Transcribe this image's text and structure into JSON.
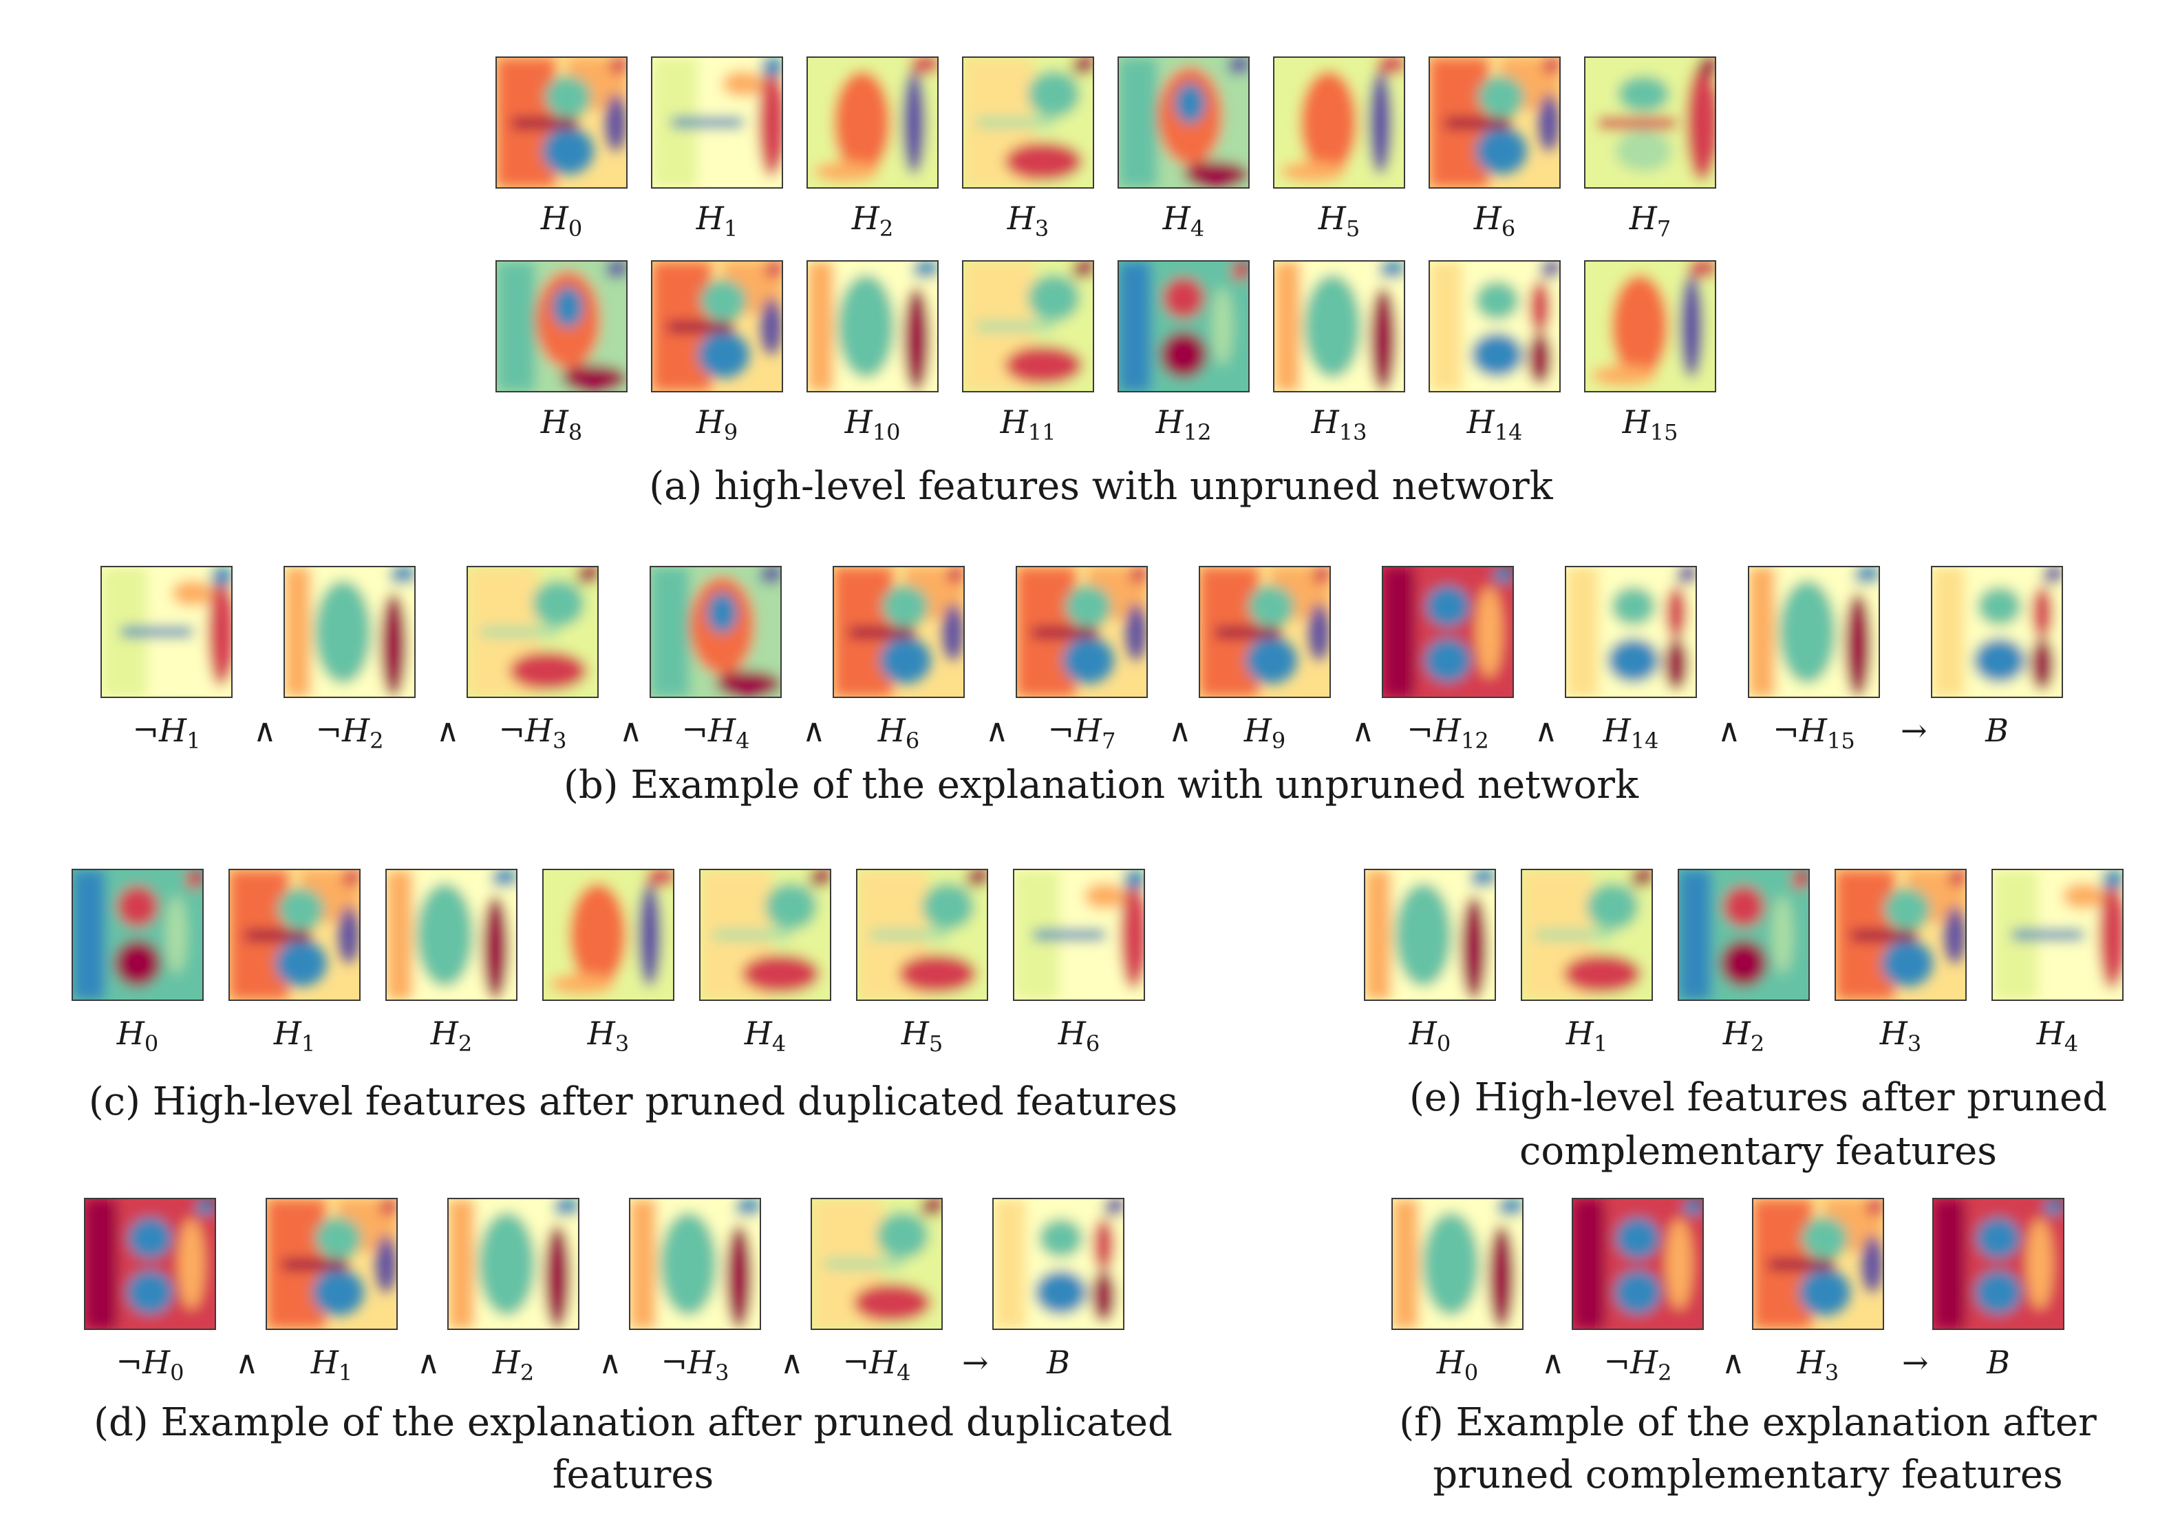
{
  "panel_a": {
    "caption": "(a) high-level features with unpruned network",
    "row1": [
      {
        "label": "H",
        "sub": "0",
        "cmap": "redbar"
      },
      {
        "label": "H",
        "sub": "1",
        "cmap": "lineD"
      },
      {
        "label": "H",
        "sub": "2",
        "cmap": "D_red"
      },
      {
        "label": "H",
        "sub": "3",
        "cmap": "green3"
      },
      {
        "label": "H",
        "sub": "4",
        "cmap": "red4"
      },
      {
        "label": "H",
        "sub": "5",
        "cmap": "D_red"
      },
      {
        "label": "H",
        "sub": "6",
        "cmap": "redbar"
      },
      {
        "label": "H",
        "sub": "7",
        "cmap": "redbar2"
      }
    ],
    "row2": [
      {
        "label": "H",
        "sub": "8",
        "cmap": "red4"
      },
      {
        "label": "H",
        "sub": "9",
        "cmap": "redbar"
      },
      {
        "label": "H",
        "sub": "10",
        "cmap": "D_blue"
      },
      {
        "label": "H",
        "sub": "11",
        "cmap": "green3"
      },
      {
        "label": "H",
        "sub": "12",
        "cmap": "B_dark"
      },
      {
        "label": "H",
        "sub": "13",
        "cmap": "D_blue"
      },
      {
        "label": "H",
        "sub": "14",
        "cmap": "B_light"
      },
      {
        "label": "H",
        "sub": "15",
        "cmap": "D_red"
      }
    ]
  },
  "panel_b": {
    "caption": "(b) Example of the explanation with unpruned network",
    "terms": [
      {
        "neg": "¬",
        "label": "H",
        "sub": "1",
        "cmap": "lineD"
      },
      {
        "neg": "¬",
        "label": "H",
        "sub": "2",
        "cmap": "D_blue"
      },
      {
        "neg": "¬",
        "label": "H",
        "sub": "3",
        "cmap": "green3"
      },
      {
        "neg": "¬",
        "label": "H",
        "sub": "4",
        "cmap": "red4"
      },
      {
        "neg": "",
        "label": "H",
        "sub": "6",
        "cmap": "redbar"
      },
      {
        "neg": "¬",
        "label": "H",
        "sub": "7",
        "cmap": "redbar"
      },
      {
        "neg": "",
        "label": "H",
        "sub": "9",
        "cmap": "redbar"
      },
      {
        "neg": "¬",
        "label": "H",
        "sub": "12",
        "cmap": "B_red"
      },
      {
        "neg": "",
        "label": "H",
        "sub": "14",
        "cmap": "B_light"
      },
      {
        "neg": "¬",
        "label": "H",
        "sub": "15",
        "cmap": "D_blue"
      },
      {
        "neg": "",
        "label": "B",
        "sub": "",
        "cmap": "B_light"
      }
    ],
    "and_symbol": "∧",
    "implies_symbol": "→"
  },
  "panel_c": {
    "caption": "(c) High-level features after pruned duplicated features",
    "items": [
      {
        "label": "H",
        "sub": "0",
        "cmap": "B_dark"
      },
      {
        "label": "H",
        "sub": "1",
        "cmap": "redbar"
      },
      {
        "label": "H",
        "sub": "2",
        "cmap": "D_blue"
      },
      {
        "label": "H",
        "sub": "3",
        "cmap": "D_red"
      },
      {
        "label": "H",
        "sub": "4",
        "cmap": "green3"
      },
      {
        "label": "H",
        "sub": "5",
        "cmap": "green3"
      },
      {
        "label": "H",
        "sub": "6",
        "cmap": "lineD"
      }
    ]
  },
  "panel_d": {
    "caption_line1": "(d) Example of the explanation after pruned duplicated",
    "caption_line2": "features",
    "terms": [
      {
        "neg": "¬",
        "label": "H",
        "sub": "0",
        "cmap": "B_red"
      },
      {
        "neg": "",
        "label": "H",
        "sub": "1",
        "cmap": "redbar"
      },
      {
        "neg": "",
        "label": "H",
        "sub": "2",
        "cmap": "D_blue"
      },
      {
        "neg": "¬",
        "label": "H",
        "sub": "3",
        "cmap": "D_blue"
      },
      {
        "neg": "¬",
        "label": "H",
        "sub": "4",
        "cmap": "green3"
      },
      {
        "neg": "",
        "label": "B",
        "sub": "",
        "cmap": "B_light"
      }
    ]
  },
  "panel_e": {
    "caption_line1": "(e) High-level features after pruned",
    "caption_line2": "complementary features",
    "items": [
      {
        "label": "H",
        "sub": "0",
        "cmap": "D_blue"
      },
      {
        "label": "H",
        "sub": "1",
        "cmap": "green3"
      },
      {
        "label": "H",
        "sub": "2",
        "cmap": "B_dark"
      },
      {
        "label": "H",
        "sub": "3",
        "cmap": "redbar"
      },
      {
        "label": "H",
        "sub": "4",
        "cmap": "lineD"
      }
    ]
  },
  "panel_f": {
    "caption_line1": "(f) Example of the explanation after",
    "caption_line2": "pruned complementary features",
    "terms": [
      {
        "neg": "",
        "label": "H",
        "sub": "0",
        "cmap": "D_blue"
      },
      {
        "neg": "¬",
        "label": "H",
        "sub": "2",
        "cmap": "B_red"
      },
      {
        "neg": "",
        "label": "H",
        "sub": "3",
        "cmap": "redbar"
      },
      {
        "neg": "",
        "label": "B",
        "sub": "",
        "cmap": "B_red"
      }
    ]
  }
}
